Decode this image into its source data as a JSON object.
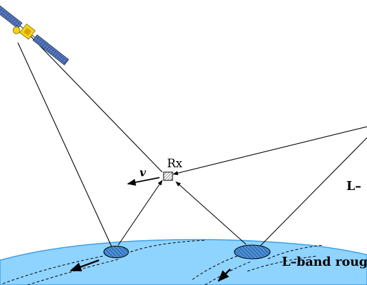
{
  "labels": {
    "receiver": "Rx",
    "velocity": "v",
    "right_edge": "L–",
    "surface_text": "L–band roug"
  },
  "colors": {
    "earth_fill": "#8fd3ff",
    "earth_edge": "#3aa0e8",
    "spot_fill": "#4a8fd6",
    "line": "#000000",
    "satellite_panel": "#3d5fa8",
    "satellite_body": "#f2d21e"
  },
  "icons": {
    "satellite": "satellite-icon",
    "receiver": "receiver-box-icon"
  }
}
